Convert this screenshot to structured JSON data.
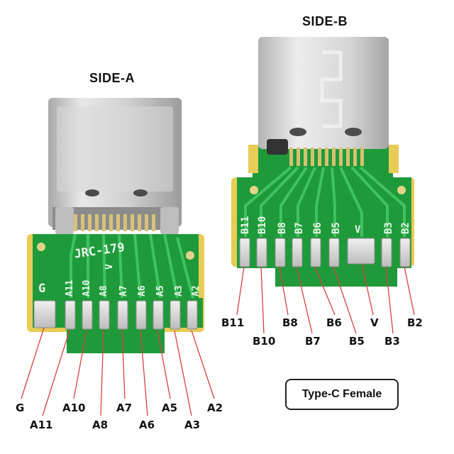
{
  "side_a": {
    "title": "SIDE-A",
    "board_marking": "JRC-179",
    "ground_label": "G",
    "silk_pins": [
      "A11",
      "A10",
      "A8",
      "V",
      "A7",
      "A6",
      "A5",
      "A3",
      "A2"
    ],
    "pin_labels": [
      "G",
      "A11",
      "A10",
      "A8",
      "A7",
      "A6",
      "A5",
      "A3",
      "A2"
    ]
  },
  "side_b": {
    "title": "SIDE-B",
    "silk_pins": [
      "B11",
      "B10",
      "B8",
      "B7",
      "B6",
      "B5",
      "V",
      "B3",
      "B2"
    ],
    "pin_labels": [
      "B11",
      "B10",
      "B8",
      "B7",
      "B6",
      "B5",
      "V",
      "B3",
      "B2"
    ]
  },
  "badge": {
    "text": "Type-C Female"
  },
  "colors": {
    "pcb_green": "#1f9a3a",
    "trace_green": "#3cc060",
    "solder_gold": "#e2c65a",
    "metal": "#cfcfcf",
    "leader_red": "#d94040"
  }
}
